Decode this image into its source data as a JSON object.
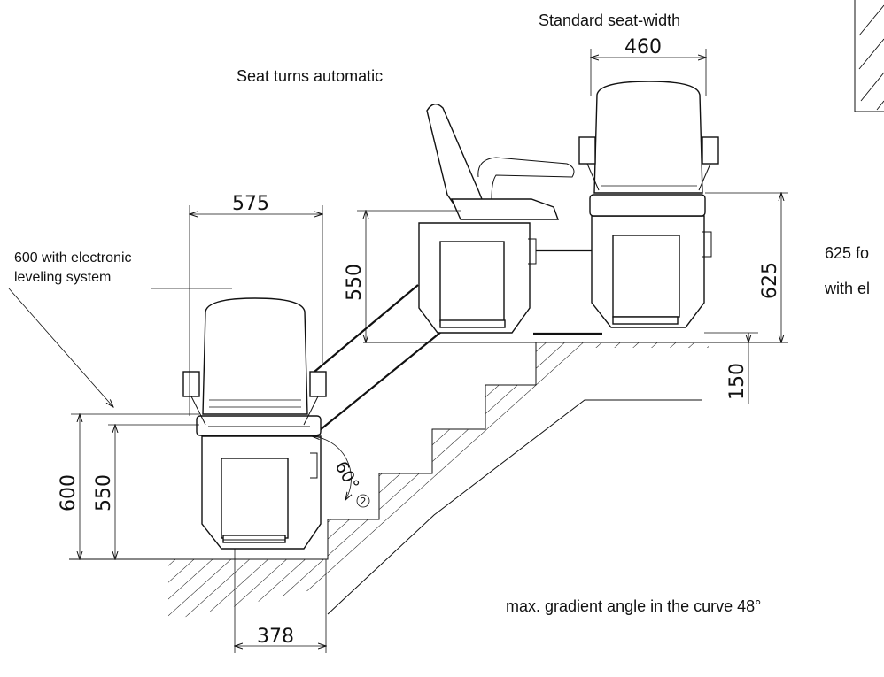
{
  "labels": {
    "standard_seat_width": "Standard seat-width",
    "seat_turns": "Seat turns automatic",
    "leveling_note_line1": "600 with electronic",
    "leveling_note_line2": "leveling system",
    "right_note_line1": "625 fo",
    "right_note_line2": "with el",
    "gradient_note": "max. gradient angle in the curve 48°"
  },
  "dimensions": {
    "seat_width": "460",
    "overall_width": "575",
    "upper_seat_height": "550",
    "upper_total_height": "625",
    "step_rise": "150",
    "lower_total_height": "600",
    "lower_seat_height": "550",
    "rail_offset": "378"
  },
  "angle": {
    "value": "60°",
    "marker": "②"
  }
}
